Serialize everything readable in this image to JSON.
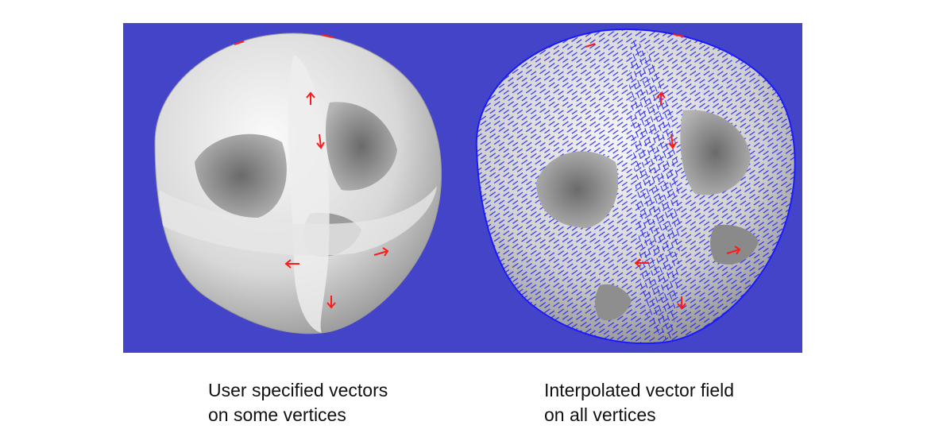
{
  "figure": {
    "background_color": "#4444c8",
    "surface_color": "#e8e8e8",
    "vector_color": "#ff1a1a",
    "field_color": "#1a1aff",
    "panels": [
      {
        "name": "left-model",
        "shows": "user specified vectors"
      },
      {
        "name": "right-model",
        "shows": "interpolated vector field"
      }
    ]
  },
  "captions": {
    "left": {
      "line1": "User specified vectors",
      "line2": "on some vertices"
    },
    "right": {
      "line1": "Interpolated vector field",
      "line2": "on all vertices"
    }
  }
}
